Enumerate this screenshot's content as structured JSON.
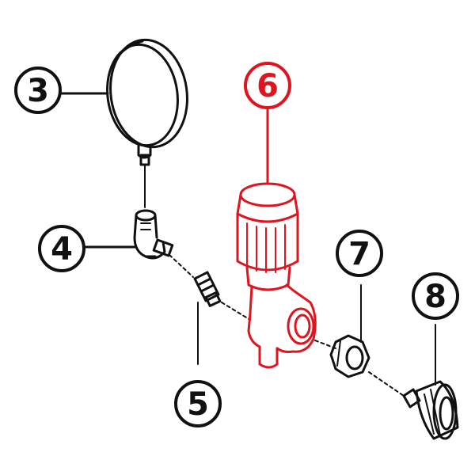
{
  "callouts": [
    {
      "id": "3",
      "label": "3",
      "highlighted": false
    },
    {
      "id": "4",
      "label": "4",
      "highlighted": false
    },
    {
      "id": "5",
      "label": "5",
      "highlighted": false
    },
    {
      "id": "6",
      "label": "6",
      "highlighted": true
    },
    {
      "id": "7",
      "label": "7",
      "highlighted": false
    },
    {
      "id": "8",
      "label": "8",
      "highlighted": false
    }
  ],
  "colors": {
    "ink": "#111111",
    "highlight": "#e0141e",
    "background": "#ffffff"
  }
}
